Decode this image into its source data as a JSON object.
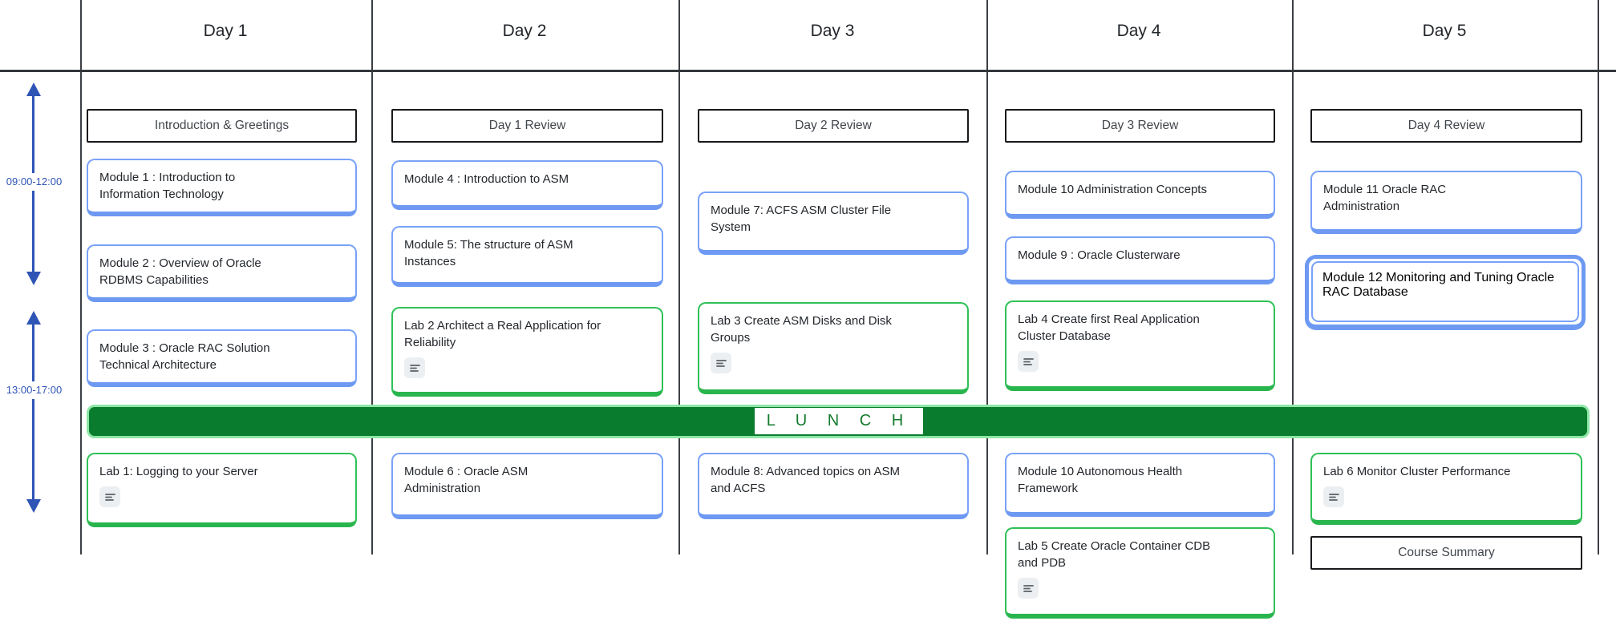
{
  "timeline": {
    "morning_label": "09:00-12:00",
    "afternoon_label": "13:00-17:00"
  },
  "lunch": {
    "label": "L U N C H"
  },
  "colors": {
    "module_accent": "#79a2f8",
    "lab_accent": "#2fc157",
    "lunch_fill": "#0a7c2d",
    "timeline_blue": "#2e54b5",
    "grid_line": "#3b3f43"
  },
  "days": [
    {
      "label": "Day 1",
      "cards": [
        {
          "title": "Introduction & Greetings"
        },
        {
          "title": "Module 1 : Introduction to\nInformation Technology"
        },
        {
          "title": "Module 2 : Overview of Oracle\nRDBMS Capabilities"
        },
        {
          "title": "Module 3 : Oracle RAC Solution\nTechnical Architecture"
        },
        {
          "title": "Lab 1: Logging to your Server"
        }
      ]
    },
    {
      "label": "Day 2",
      "cards": [
        {
          "title": "Day 1 Review"
        },
        {
          "title": "Module 4 : Introduction to ASM"
        },
        {
          "title": "Module 5: The structure of ASM\nInstances"
        },
        {
          "title": "Lab 2 Architect a Real Application for\nReliability"
        },
        {
          "title": "Module 6 : Oracle ASM\nAdministration"
        }
      ]
    },
    {
      "label": "Day 3",
      "cards": [
        {
          "title": "Day 2 Review"
        },
        {
          "title": "Module 7: ACFS ASM Cluster File\nSystem"
        },
        {
          "title": "Lab 3 Create ASM Disks and Disk\nGroups"
        },
        {
          "title": "Module 8: Advanced topics on ASM\nand ACFS"
        }
      ]
    },
    {
      "label": "Day 4",
      "cards": [
        {
          "title": "Day 3 Review"
        },
        {
          "title": "Module 10 Administration Concepts"
        },
        {
          "title": "Module 9 : Oracle Clusterware"
        },
        {
          "title": "Lab 4 Create first Real Application\nCluster Database"
        },
        {
          "title": "Module 10 Autonomous Health\nFramework"
        },
        {
          "title": "Lab 5 Create Oracle Container CDB\nand PDB"
        }
      ]
    },
    {
      "label": "Day 5",
      "cards": [
        {
          "title": "Day 4 Review"
        },
        {
          "title": "Module 11 Oracle RAC\nAdministration"
        },
        {
          "title": "Module 12 Monitoring and Tuning\nOracle RAC Database"
        },
        {
          "title": "Lab 6 Monitor Cluster Performance"
        },
        {
          "title": "Course Summary"
        }
      ]
    }
  ]
}
